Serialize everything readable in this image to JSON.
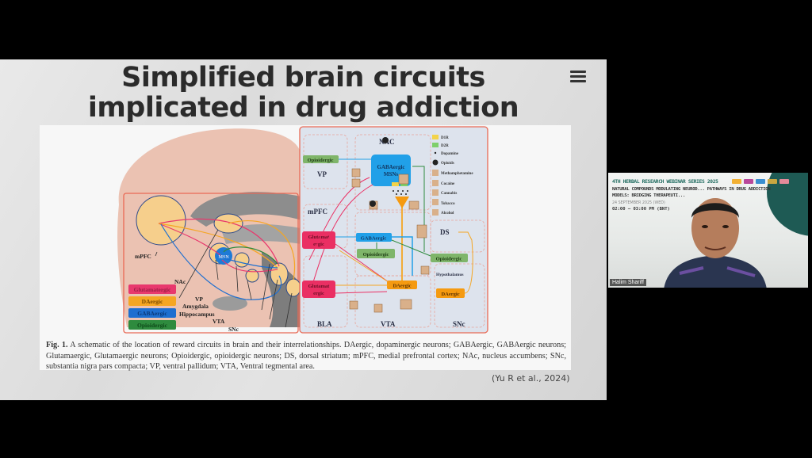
{
  "slide": {
    "title_line1": "Simplified brain circuits",
    "title_line2": "implicated in drug addiction",
    "menu_icon": "hamburger-menu-icon",
    "citation": "(Yu R et al., 2024)"
  },
  "figure": {
    "left_panel": {
      "regions": [
        "mPFC",
        "DS",
        "NAc",
        "VP",
        "Amygdala",
        "Hippocampus",
        "VTA",
        "SNc"
      ],
      "msn_label": "MSN",
      "legend": [
        {
          "label": "Glutamatergic",
          "color": "#e8386d",
          "text_color": "#9b1d45"
        },
        {
          "label": "DAergic",
          "color": "#f5a623",
          "text_color": "#7a4a00"
        },
        {
          "label": "GABAergic",
          "color": "#1e6fd0",
          "text_color": "#0b3a7a"
        },
        {
          "label": "Opioidergic",
          "color": "#2e8b3e",
          "text_color": "#0f4a1a"
        }
      ]
    },
    "right_panel": {
      "region_labels": {
        "nac": "NAC",
        "vp": "VP",
        "mpfc": "mPFC",
        "ds": "DS",
        "bla": "BLA",
        "vta": "VTA",
        "snc": "SNc",
        "hypothalamus": "Hypothalamus"
      },
      "boxes": {
        "gaba_msns_l1": "GABAergic",
        "gaba_msns_l2": "MSNs",
        "opioid_vp": "Opioidergic",
        "glut_mpfc_l1": "Glutamat",
        "glut_mpfc_l2": "ergic",
        "gaba_mid": "GABAergic",
        "opioid_mid": "Opioidergic",
        "opioid_hyp": "Opioidergic",
        "glut_bla_l1": "Glutamat",
        "glut_bla_l2": "ergic",
        "da_vta": "DAergic",
        "da_snc": "DAergic"
      },
      "key": [
        "D1R",
        "D2R",
        "Dopamine",
        "Opioids",
        "Methamphetamine",
        "Cocaine",
        "Cannabis",
        "Tobacco",
        "Alcohol"
      ]
    },
    "caption_label": "Fig. 1.",
    "caption_text": "A schematic of the location of reward circuits in brain and their interrelationships. DAergic, dopaminergic neurons; GABAergic, GABAergic neurons; Glutamaergic, Glutamaergic neurons; Opioidergic, opioidergic neurons; DS, dorsal striatum; mPFC, medial prefrontal cortex; NAc, nucleus accumbens; SNc, substantia nigra pars compacta; VP, ventral pallidum; VTA, Ventral tegmental area."
  },
  "video": {
    "banner_title": "4TH HERBAL RESEARCH WEBINAR SERIES 2025",
    "banner_subtitle": "NATURAL COMPOUNDS MODULATING NEUROD... PATHWAYS IN DRUG ADDICTION MODELS: BRIDGING THERAPEUTI...",
    "banner_date": "24 SEPTEMBER 2025 (WED)",
    "banner_time": "02:00 – 03:00 PM (BNT)",
    "participant_name": "Halim Shariff",
    "accent_color": "#1e5a54"
  }
}
